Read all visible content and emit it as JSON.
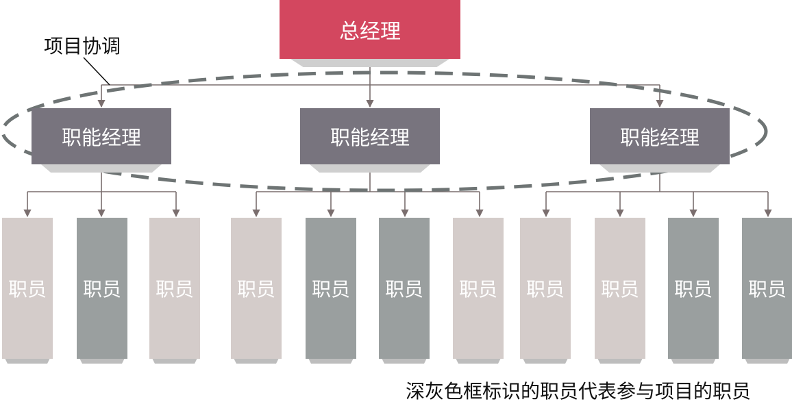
{
  "general_manager": "总经理",
  "functional_managers": [
    "职能经理",
    "职能经理",
    "职能经理"
  ],
  "project_coordination_label": "项目协调",
  "staff": [
    {
      "label": "职员",
      "tone": "light"
    },
    {
      "label": "职员",
      "tone": "dark"
    },
    {
      "label": "职员",
      "tone": "light"
    },
    {
      "label": "职员",
      "tone": "light"
    },
    {
      "label": "职员",
      "tone": "dark"
    },
    {
      "label": "职员",
      "tone": "dark"
    },
    {
      "label": "职员",
      "tone": "light"
    },
    {
      "label": "职员",
      "tone": "light"
    },
    {
      "label": "职员",
      "tone": "light"
    },
    {
      "label": "职员",
      "tone": "dark"
    },
    {
      "label": "职员",
      "tone": "dark"
    }
  ],
  "footnote": "深灰色框标识的职员代表参与项目的职员",
  "colors": {
    "general_manager": "#d3475f",
    "functional_manager": "#78747e",
    "staff_light": "#d4ccca",
    "staff_dark": "#9a9f9f",
    "connector": "#7a6e6e",
    "dashed_ellipse": "#6e7474"
  }
}
